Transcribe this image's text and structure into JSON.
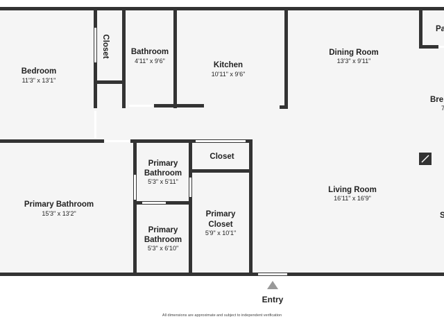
{
  "colors": {
    "wall": "#333333",
    "floor": "#f5f5f5",
    "window": "#ffffff",
    "background": "#ffffff"
  },
  "rooms": {
    "bedroom": {
      "name": "Bedroom",
      "dims": "11'3\" x 13'1\""
    },
    "closet_top": {
      "name": "Closet"
    },
    "bathroom": {
      "name": "Bathroom",
      "dims": "4'11\" x 9'6\""
    },
    "kitchen": {
      "name": "Kitchen",
      "dims": "10'11\" x 9'6\""
    },
    "dining_room": {
      "name": "Dining Room",
      "dims": "13'3\" x 9'11\""
    },
    "pantry_partial": {
      "name": "Pa"
    },
    "breakfast_partial": {
      "name": "Bre",
      "dims": "7"
    },
    "primary_bathroom_large": {
      "name": "Primary Bathroom",
      "dims": "15'3\" x 13'2\""
    },
    "primary_bathroom_upper": {
      "name_line1": "Primary",
      "name_line2": "Bathroom",
      "dims": "5'3\" x 5'11\""
    },
    "primary_bathroom_lower": {
      "name_line1": "Primary",
      "name_line2": "Bathroom",
      "dims": "5'3\" x 6'10\""
    },
    "closet_mid": {
      "name": "Closet"
    },
    "primary_closet": {
      "name_line1": "Primary",
      "name_line2": "Closet",
      "dims": "5'9\" x 10'1\""
    },
    "living_room": {
      "name": "Living Room",
      "dims": "16'11\" x 16'9\""
    },
    "s_partial": {
      "name": "S"
    }
  },
  "entry": {
    "label": "Entry"
  },
  "disclaimer": "All dimensions are approximate and subject to independent verification"
}
